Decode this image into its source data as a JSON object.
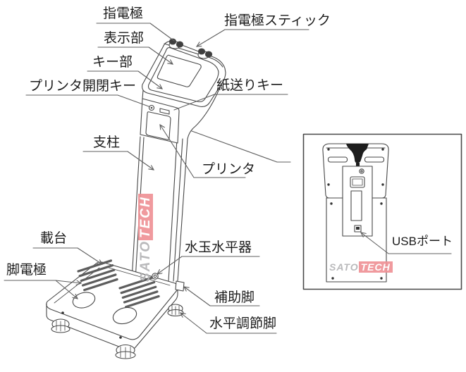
{
  "diagram": {
    "description_labels": {
      "finger_electrode": "指電極",
      "finger_electrode_stick": "指電極スティック",
      "display": "表示部",
      "key_section": "キー部",
      "printer_open_close_key": "プリンタ開閉キー",
      "paper_feed_key": "紙送りキー",
      "pillar": "支柱",
      "printer": "プリンタ",
      "platform": "載台",
      "bubble_level": "水玉水平器",
      "foot_electrode": "脚電極",
      "auxiliary_foot": "補助脚",
      "level_adjust_foot": "水平調節脚",
      "usb_port": "USBポート"
    },
    "watermark": {
      "sato": "SATO",
      "tech": "TECH"
    },
    "colors": {
      "line_art": "#474747",
      "leader_line": "#5f5f5f",
      "label_text": "#1b1b1b",
      "watermark_pink": "#ef9296",
      "watermark_gray": "#b4b4b6"
    }
  }
}
